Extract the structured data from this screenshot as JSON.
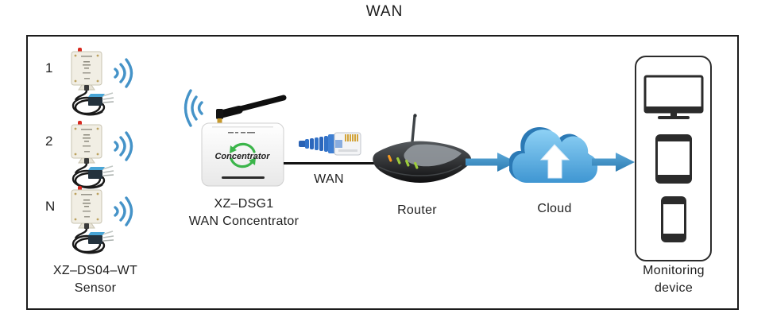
{
  "title": "WAN",
  "sensors": {
    "items": [
      {
        "label": "1"
      },
      {
        "label": "2"
      },
      {
        "label": "N"
      }
    ],
    "caption_line1": "XZ–DS04–WT",
    "caption_line2": "Sensor"
  },
  "concentrator": {
    "device_text": "Concentrator",
    "caption_line1": "XZ–DSG1",
    "caption_line2": "WAN Concentrator"
  },
  "wan_link": {
    "label": "WAN"
  },
  "router": {
    "caption": "Router"
  },
  "cloud": {
    "caption": "Cloud"
  },
  "monitoring": {
    "caption_line1": "Monitoring",
    "caption_line2": "device"
  },
  "icons": {
    "sensor_device": "sensor-device-icon",
    "wifi_waves": "wifi-waves-icon",
    "antenna": "antenna-icon",
    "ethernet_plug": "ethernet-plug-icon",
    "router": "router-icon",
    "flow_arrow": "right-arrow-icon",
    "cloud": "cloud-icon",
    "cloud_upload_arrow": "up-arrow-icon",
    "monitor": "monitor-icon",
    "tablet": "tablet-icon",
    "phone": "phone-icon"
  },
  "colors": {
    "wifi_blue": "#4593c8",
    "arrow_blue": "#3f8fc4",
    "cloud_blue": "#45a0dd",
    "logo_green": "#3bb54a",
    "led_orange": "#f59a23",
    "led_green": "#9ccb3b",
    "ethernet_blue": "#3473c9",
    "sensor_red": "#d8281e",
    "device_dark": "#2b2b2b"
  }
}
